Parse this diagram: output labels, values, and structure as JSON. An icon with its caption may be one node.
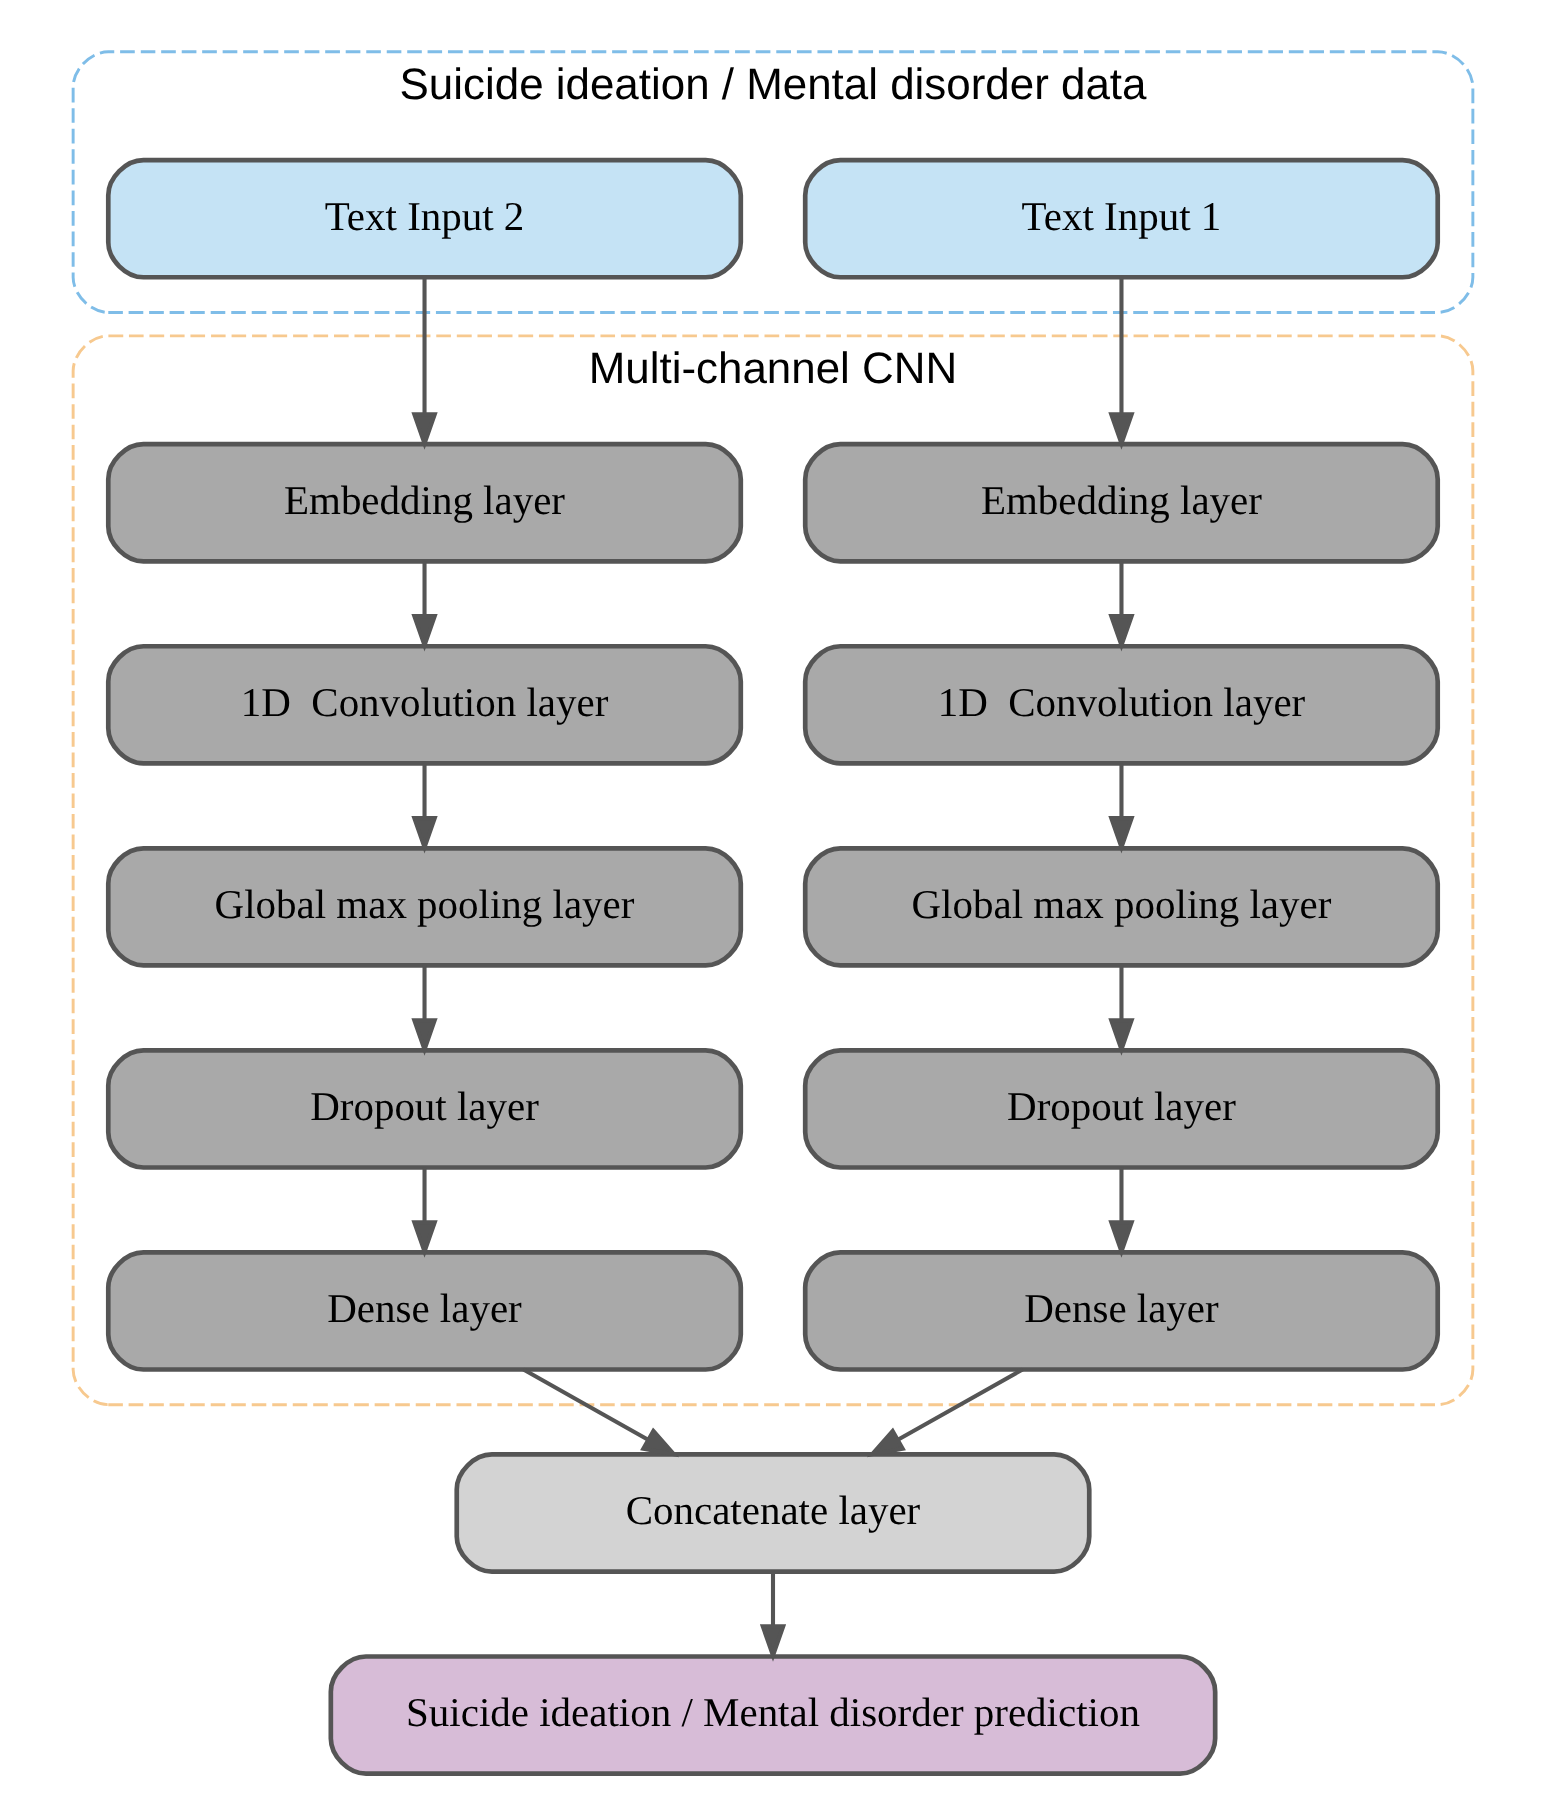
{
  "diagram": {
    "nodes": [
      {
        "text": [
          "Suicide ideation / Mental disorder data"
        ]
      },
      {
        "text": [
          "Text Input 1"
        ],
        "in": 0
      },
      {
        "text": [
          "Text Input 2"
        ],
        "in": 0
      },
      {
        "text": [
          "Multi-channel CNN"
        ]
      },
      {
        "text": [
          "Embedding layer"
        ],
        "in": 3
      },
      {
        "text": [
          "Embedding layer"
        ],
        "in": 3
      },
      {
        "text": [
          "1D  Convolution layer"
        ],
        "in": 3
      },
      {
        "text": [
          "1D  Convolution layer"
        ],
        "in": 3
      },
      {
        "text": [
          "Global max pooling layer"
        ],
        "in": 3
      },
      {
        "text": [
          "Global max pooling layer"
        ],
        "in": 3
      },
      {
        "text": [
          "Dropout layer"
        ],
        "in": 3
      },
      {
        "text": [
          "Dropout layer"
        ],
        "in": 3
      },
      {
        "text": [
          "Dense layer"
        ],
        "in": 3
      },
      {
        "text": [
          "Dense layer"
        ],
        "in": 3
      },
      {
        "text": [
          "Concatenate layer"
        ]
      },
      {
        "text": [
          "Suicide ideation / Mental disorder prediction"
        ]
      }
    ],
    "edges": [
      {
        "from": 1,
        "to": 4,
        "arrow": "to"
      },
      {
        "from": 2,
        "to": 5,
        "arrow": "to"
      },
      {
        "from": 4,
        "to": 6,
        "arrow": "to"
      },
      {
        "from": 6,
        "to": 8,
        "arrow": "to"
      },
      {
        "from": 8,
        "to": 10,
        "arrow": "to"
      },
      {
        "from": 10,
        "to": 12,
        "arrow": "to"
      },
      {
        "from": 5,
        "to": 7,
        "arrow": "to"
      },
      {
        "from": 7,
        "to": 9,
        "arrow": "to"
      },
      {
        "from": 9,
        "to": 11,
        "arrow": "to"
      },
      {
        "from": 11,
        "to": 13,
        "arrow": "to"
      },
      {
        "from": 12,
        "to": 14,
        "arrow": "to"
      },
      {
        "from": 13,
        "to": 14,
        "arrow": "to"
      },
      {
        "from": 14,
        "to": 15,
        "arrow": "to"
      }
    ]
  }
}
